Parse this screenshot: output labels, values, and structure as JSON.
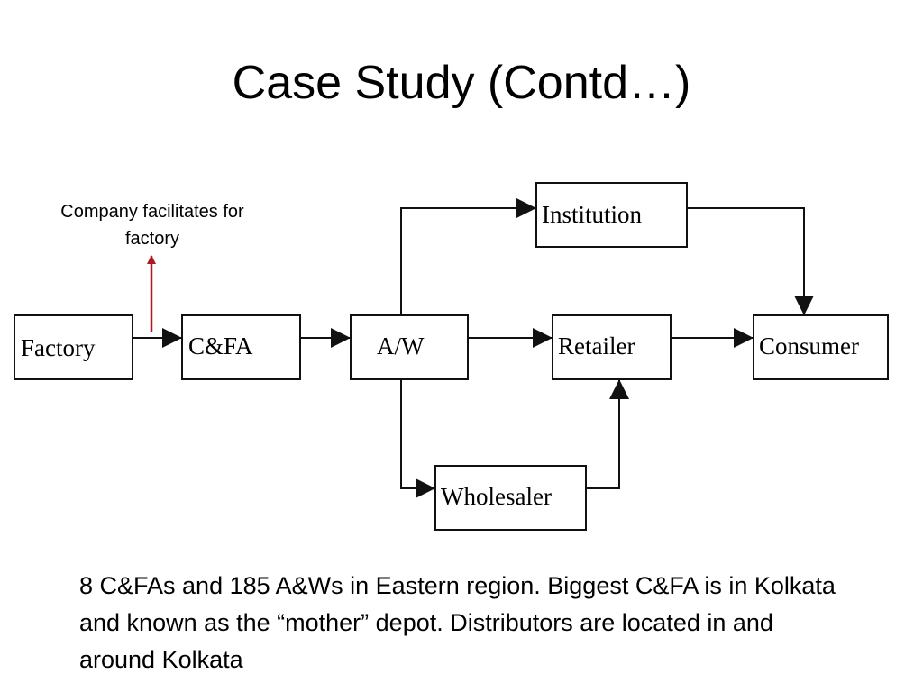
{
  "title": "Case Study (Contd…)",
  "annotation": {
    "text": "Company facilitates for factory",
    "arrow_color": "#b0171f"
  },
  "diagram": {
    "nodes": {
      "factory": "Factory",
      "cfa": "C&FA",
      "aw": "A/W",
      "institution": "Institution",
      "retailer": "Retailer",
      "consumer": "Consumer",
      "wholesaler": "Wholesaler"
    },
    "edges": [
      [
        "factory",
        "cfa"
      ],
      [
        "cfa",
        "aw"
      ],
      [
        "aw",
        "retailer"
      ],
      [
        "retailer",
        "consumer"
      ],
      [
        "aw",
        "institution"
      ],
      [
        "institution",
        "consumer"
      ],
      [
        "aw",
        "wholesaler"
      ],
      [
        "wholesaler",
        "retailer"
      ]
    ]
  },
  "body_text": "8 C&FAs and 185 A&Ws in Eastern region. Biggest C&FA is in Kolkata and known as the “mother” depot. Distributors are located in and around Kolkata"
}
